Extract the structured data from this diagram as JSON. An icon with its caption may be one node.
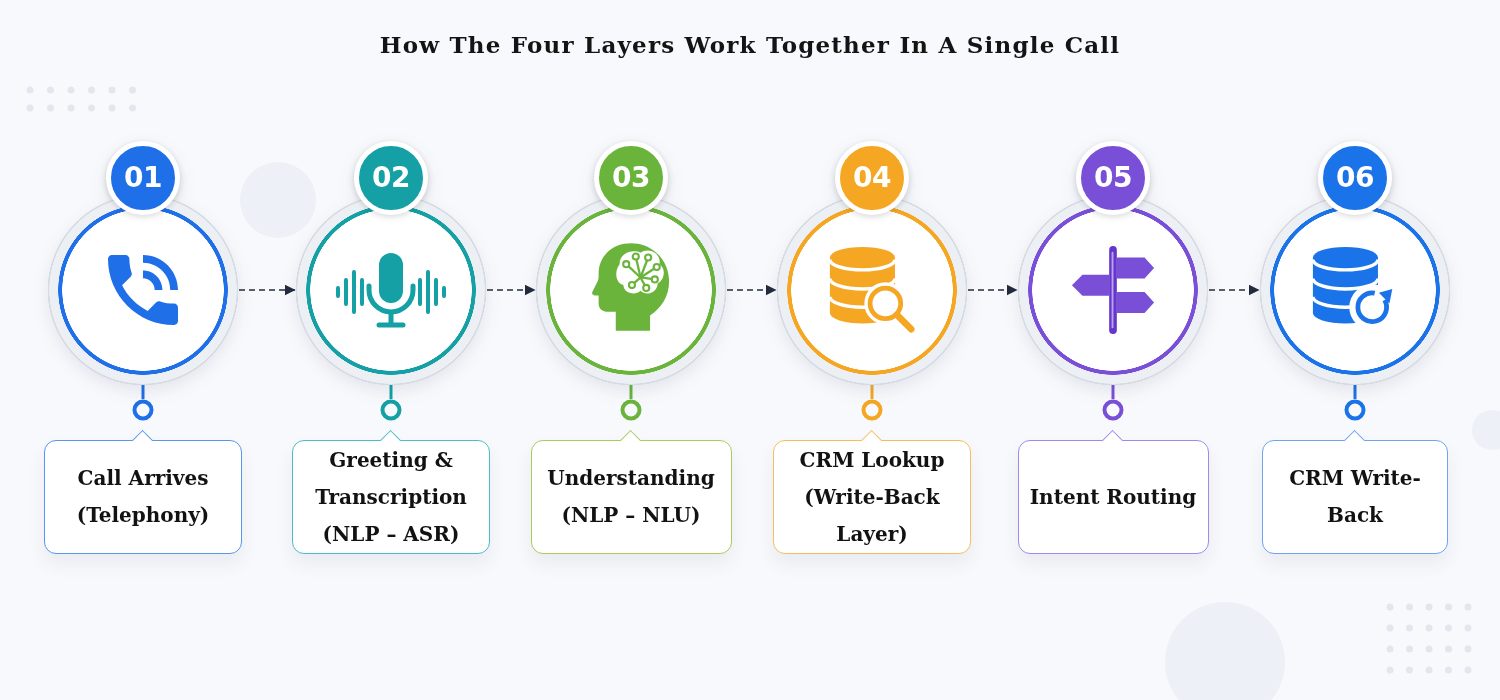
{
  "diagram": {
    "title": "How The Four Layers Work Together In A Single Call",
    "nodes": [
      {
        "text": [
          "01"
        ]
      },
      {
        "text": [
          "02"
        ]
      },
      {
        "text": [
          "03"
        ]
      },
      {
        "text": [
          "04"
        ]
      },
      {
        "text": [
          "05"
        ]
      },
      {
        "text": [
          "06"
        ]
      },
      {
        "text": [
          "Call Arrives (Telephony)"
        ]
      },
      {
        "text": [
          "Greeting & Transcription (NLP – ASR)"
        ]
      },
      {
        "text": [
          "Understanding (NLP – NLU)"
        ]
      },
      {
        "text": [
          "CRM Lookup (Write-Back Layer)"
        ]
      },
      {
        "text": [
          "Intent Routing"
        ]
      },
      {
        "text": [
          "CRM Write-Back"
        ]
      }
    ],
    "edges": [
      {
        "from": 0,
        "to": 1,
        "arrow": "to",
        "style": "dashed"
      },
      {
        "from": 1,
        "to": 2,
        "arrow": "to",
        "style": "dashed"
      },
      {
        "from": 2,
        "to": 3,
        "arrow": "to",
        "style": "dashed"
      },
      {
        "from": 3,
        "to": 4,
        "arrow": "to",
        "style": "dashed"
      },
      {
        "from": 4,
        "to": 5,
        "arrow": "to",
        "style": "dashed"
      },
      {
        "from": 0,
        "to": 6,
        "arrow": "other",
        "color": "#1f6fe8"
      },
      {
        "from": 1,
        "to": 7,
        "arrow": "other",
        "color": "#14a0a4"
      },
      {
        "from": 2,
        "to": 8,
        "arrow": "other",
        "color": "#6ab43c"
      },
      {
        "from": 3,
        "to": 9,
        "arrow": "other",
        "color": "#f5a623"
      },
      {
        "from": 4,
        "to": 10,
        "arrow": "other",
        "color": "#7a4fd8"
      },
      {
        "from": 5,
        "to": 11,
        "arrow": "other",
        "color": "#1a73e8"
      }
    ]
  }
}
